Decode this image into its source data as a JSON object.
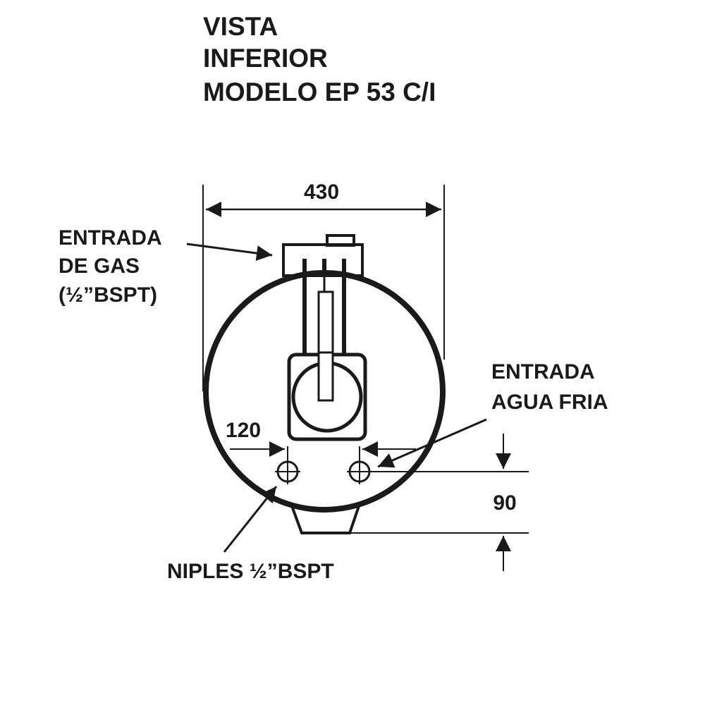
{
  "title": {
    "lines": [
      "VISTA",
      "INFERIOR",
      "MODELO EP 53 C/I"
    ]
  },
  "dimensions": {
    "width": "430",
    "spacing": "120",
    "height": "90"
  },
  "labels": {
    "gas_inlet": [
      "ENTRADA",
      "DE GAS",
      "(½”BSPT)"
    ],
    "cold_water_inlet": [
      "ENTRADA",
      "AGUA FRIA"
    ],
    "nipples": "NIPLES ½”BSPT"
  },
  "colors": {
    "ink": "#1a1a1a",
    "background": "#ffffff"
  }
}
